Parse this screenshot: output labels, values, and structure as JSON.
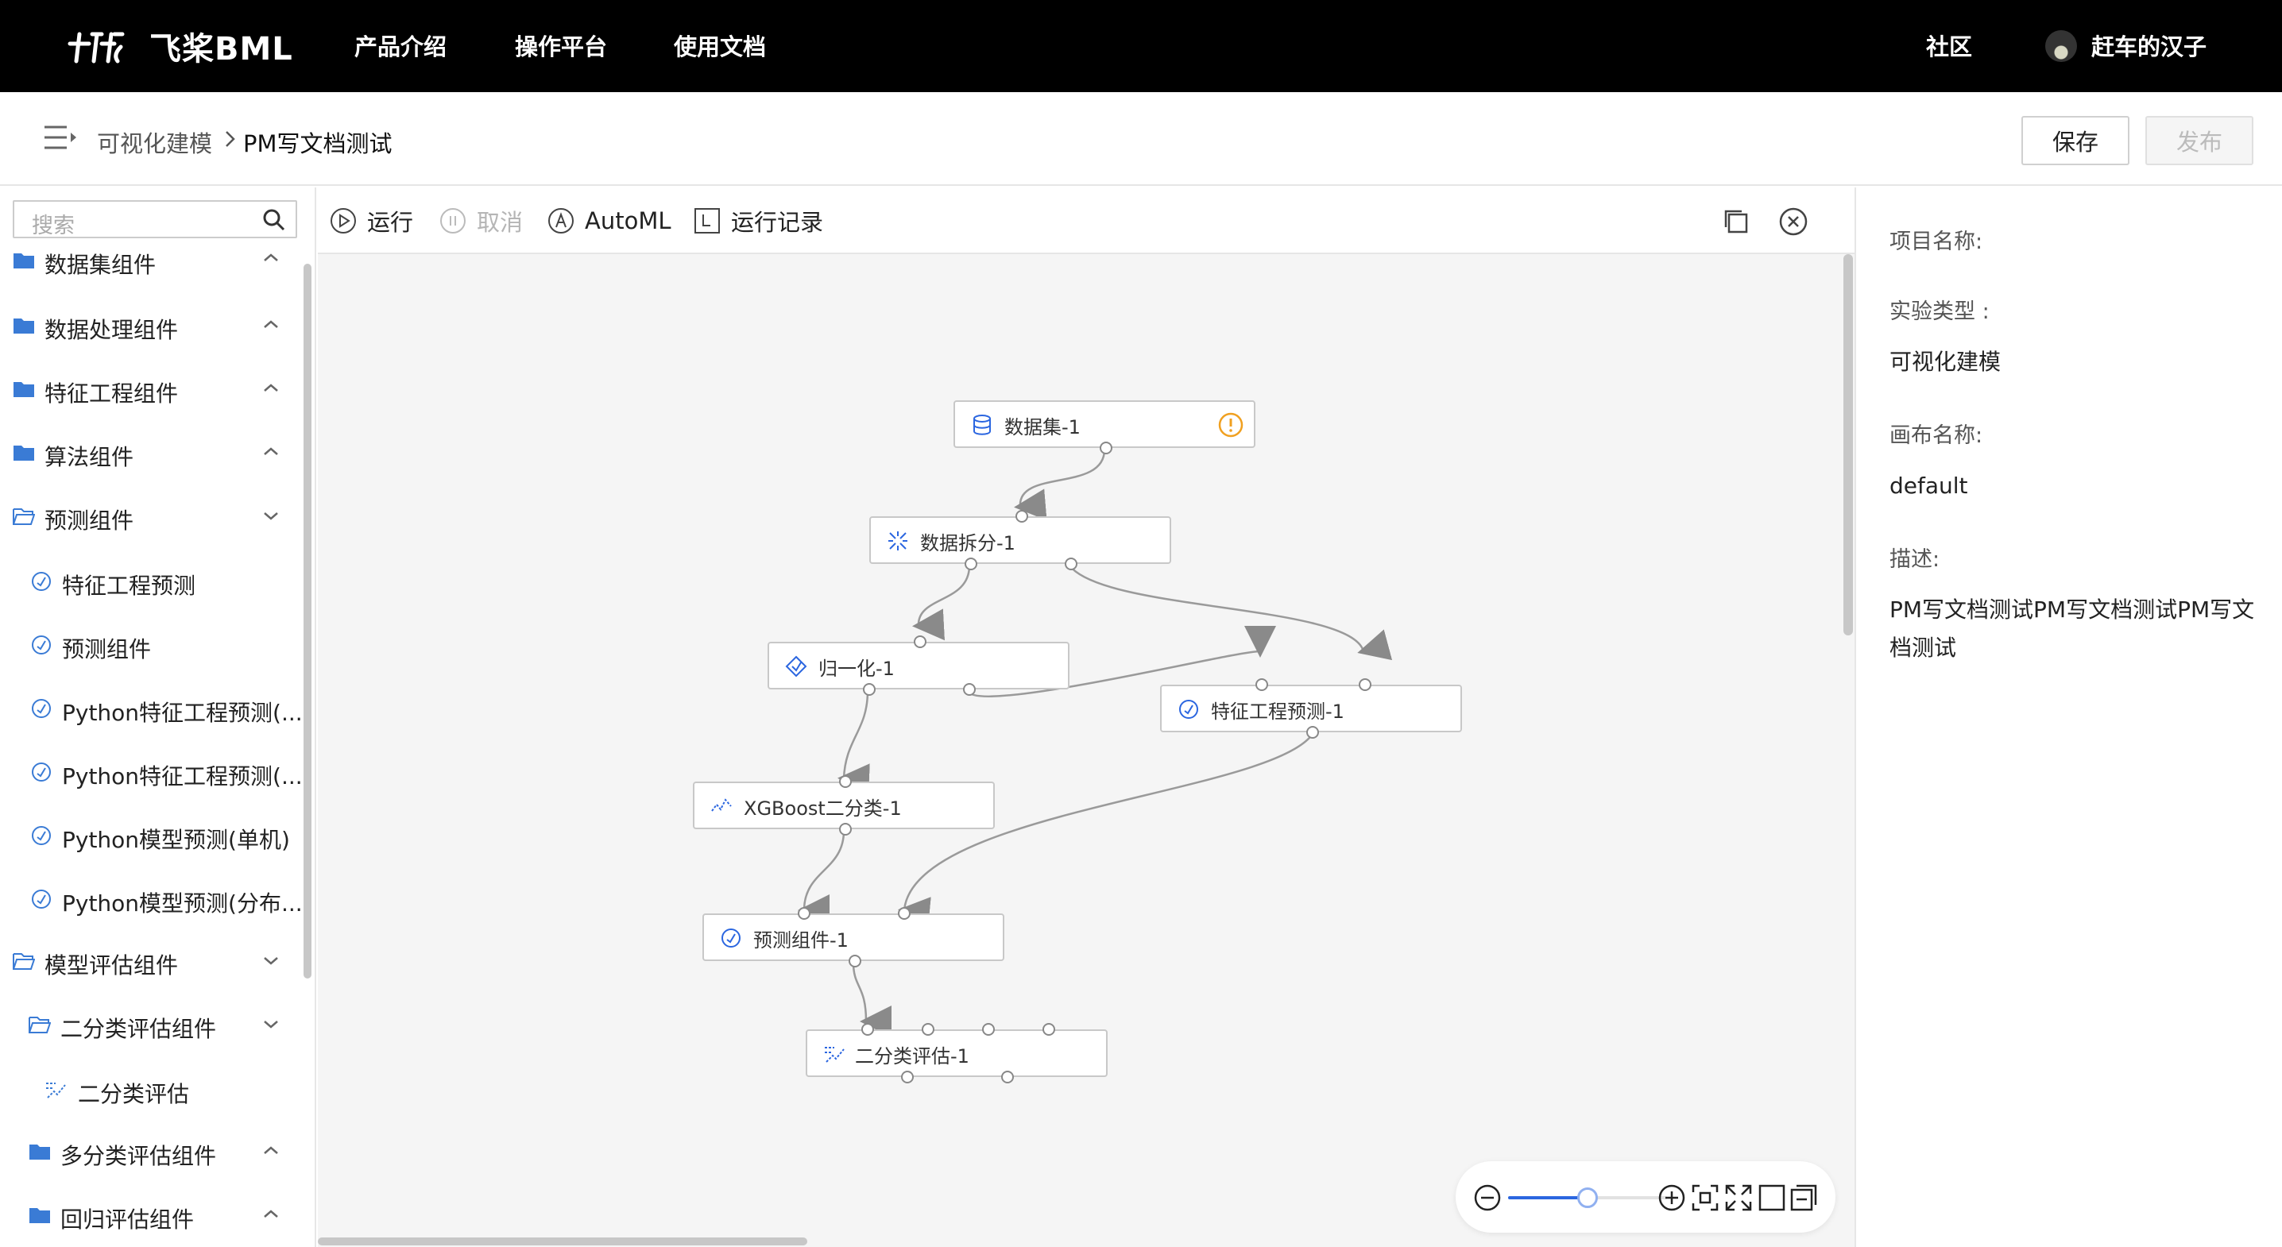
{
  "topnav": {
    "logo_text": "飞桨BML",
    "items": [
      "产品介绍",
      "操作平台",
      "使用文档"
    ],
    "community": "社区",
    "username": "赶车的汉子"
  },
  "header": {
    "breadcrumb_root": "可视化建模",
    "breadcrumb_current": "PM写文档测试",
    "save_label": "保存",
    "publish_label": "发布"
  },
  "sidebar": {
    "search_placeholder": "搜索",
    "items": [
      {
        "label": "数据集组件",
        "type": "folder",
        "expanded": false
      },
      {
        "label": "数据处理组件",
        "type": "folder",
        "expanded": false
      },
      {
        "label": "特征工程组件",
        "type": "folder",
        "expanded": false
      },
      {
        "label": "算法组件",
        "type": "folder",
        "expanded": false
      },
      {
        "label": "预测组件",
        "type": "folder",
        "expanded": true
      },
      {
        "label": "特征工程预测",
        "type": "predict"
      },
      {
        "label": "预测组件",
        "type": "predict"
      },
      {
        "label": "Python特征工程预测(...",
        "type": "predict"
      },
      {
        "label": "Python特征工程预测(...",
        "type": "predict"
      },
      {
        "label": "Python模型预测(单机)",
        "type": "predict"
      },
      {
        "label": "Python模型预测(分布...",
        "type": "predict"
      },
      {
        "label": "模型评估组件",
        "type": "folder",
        "expanded": true
      },
      {
        "label": "二分类评估组件",
        "type": "folder",
        "expanded": true
      },
      {
        "label": "二分类评估",
        "type": "eval"
      },
      {
        "label": "多分类评估组件",
        "type": "folder",
        "expanded": false
      },
      {
        "label": "回归评估组件",
        "type": "folder",
        "expanded": false
      }
    ]
  },
  "toolbar": {
    "run": "运行",
    "cancel": "取消",
    "automl": "AutoML",
    "run_history": "运行记录"
  },
  "canvas": {
    "nodes": {
      "dataset": "数据集-1",
      "split": "数据拆分-1",
      "normalize": "归一化-1",
      "feature_predict": "特征工程预测-1",
      "xgboost": "XGBoost二分类-1",
      "predict": "预测组件-1",
      "binary_eval": "二分类评估-1"
    },
    "zoom_level": 0.5
  },
  "properties": {
    "project_name_label": "项目名称:",
    "project_name_value": "",
    "experiment_type_label": "实验类型 :",
    "experiment_type_value": "可视化建模",
    "canvas_name_label": "画布名称:",
    "canvas_name_value": "default",
    "description_label": "描述:",
    "description_value": "PM写文档测试PM写文档测试PM写文档测试"
  },
  "colors": {
    "accent": "#2b66e0",
    "folder": "#3a7bd5",
    "warning": "#f0a020"
  }
}
